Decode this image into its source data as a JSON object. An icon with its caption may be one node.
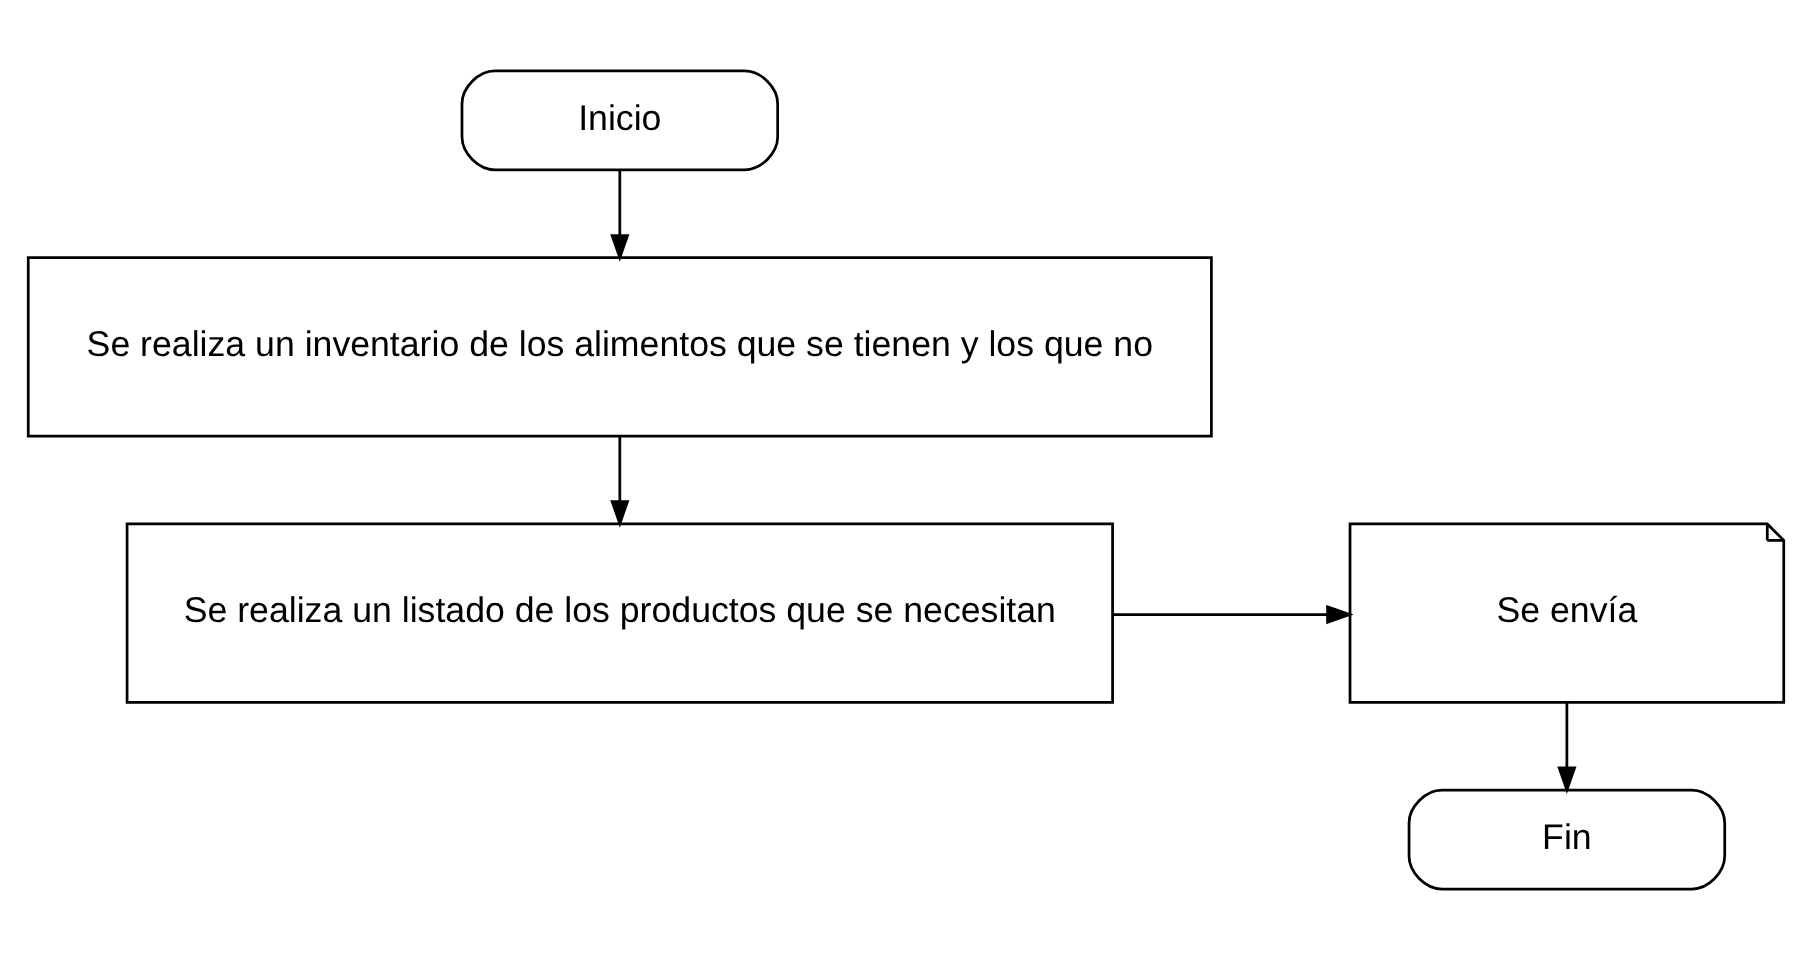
{
  "diagram": {
    "nodes": [
      {
        "text": [
          "Inicio"
        ]
      },
      {
        "text": [
          "Se realiza un inventario de los alimentos que se tienen y los que no"
        ]
      },
      {
        "text": [
          "Se realiza un listado de los productos que se necesitan"
        ]
      },
      {
        "text": [
          "Se envía"
        ]
      },
      {
        "text": [
          "Fin"
        ]
      }
    ],
    "edges": [
      {
        "from": 0,
        "to": 1,
        "arrow": "to"
      },
      {
        "from": 1,
        "to": 2,
        "arrow": "to"
      },
      {
        "from": 2,
        "to": 3,
        "arrow": "to"
      },
      {
        "from": 3,
        "to": 4,
        "arrow": "to"
      }
    ]
  }
}
